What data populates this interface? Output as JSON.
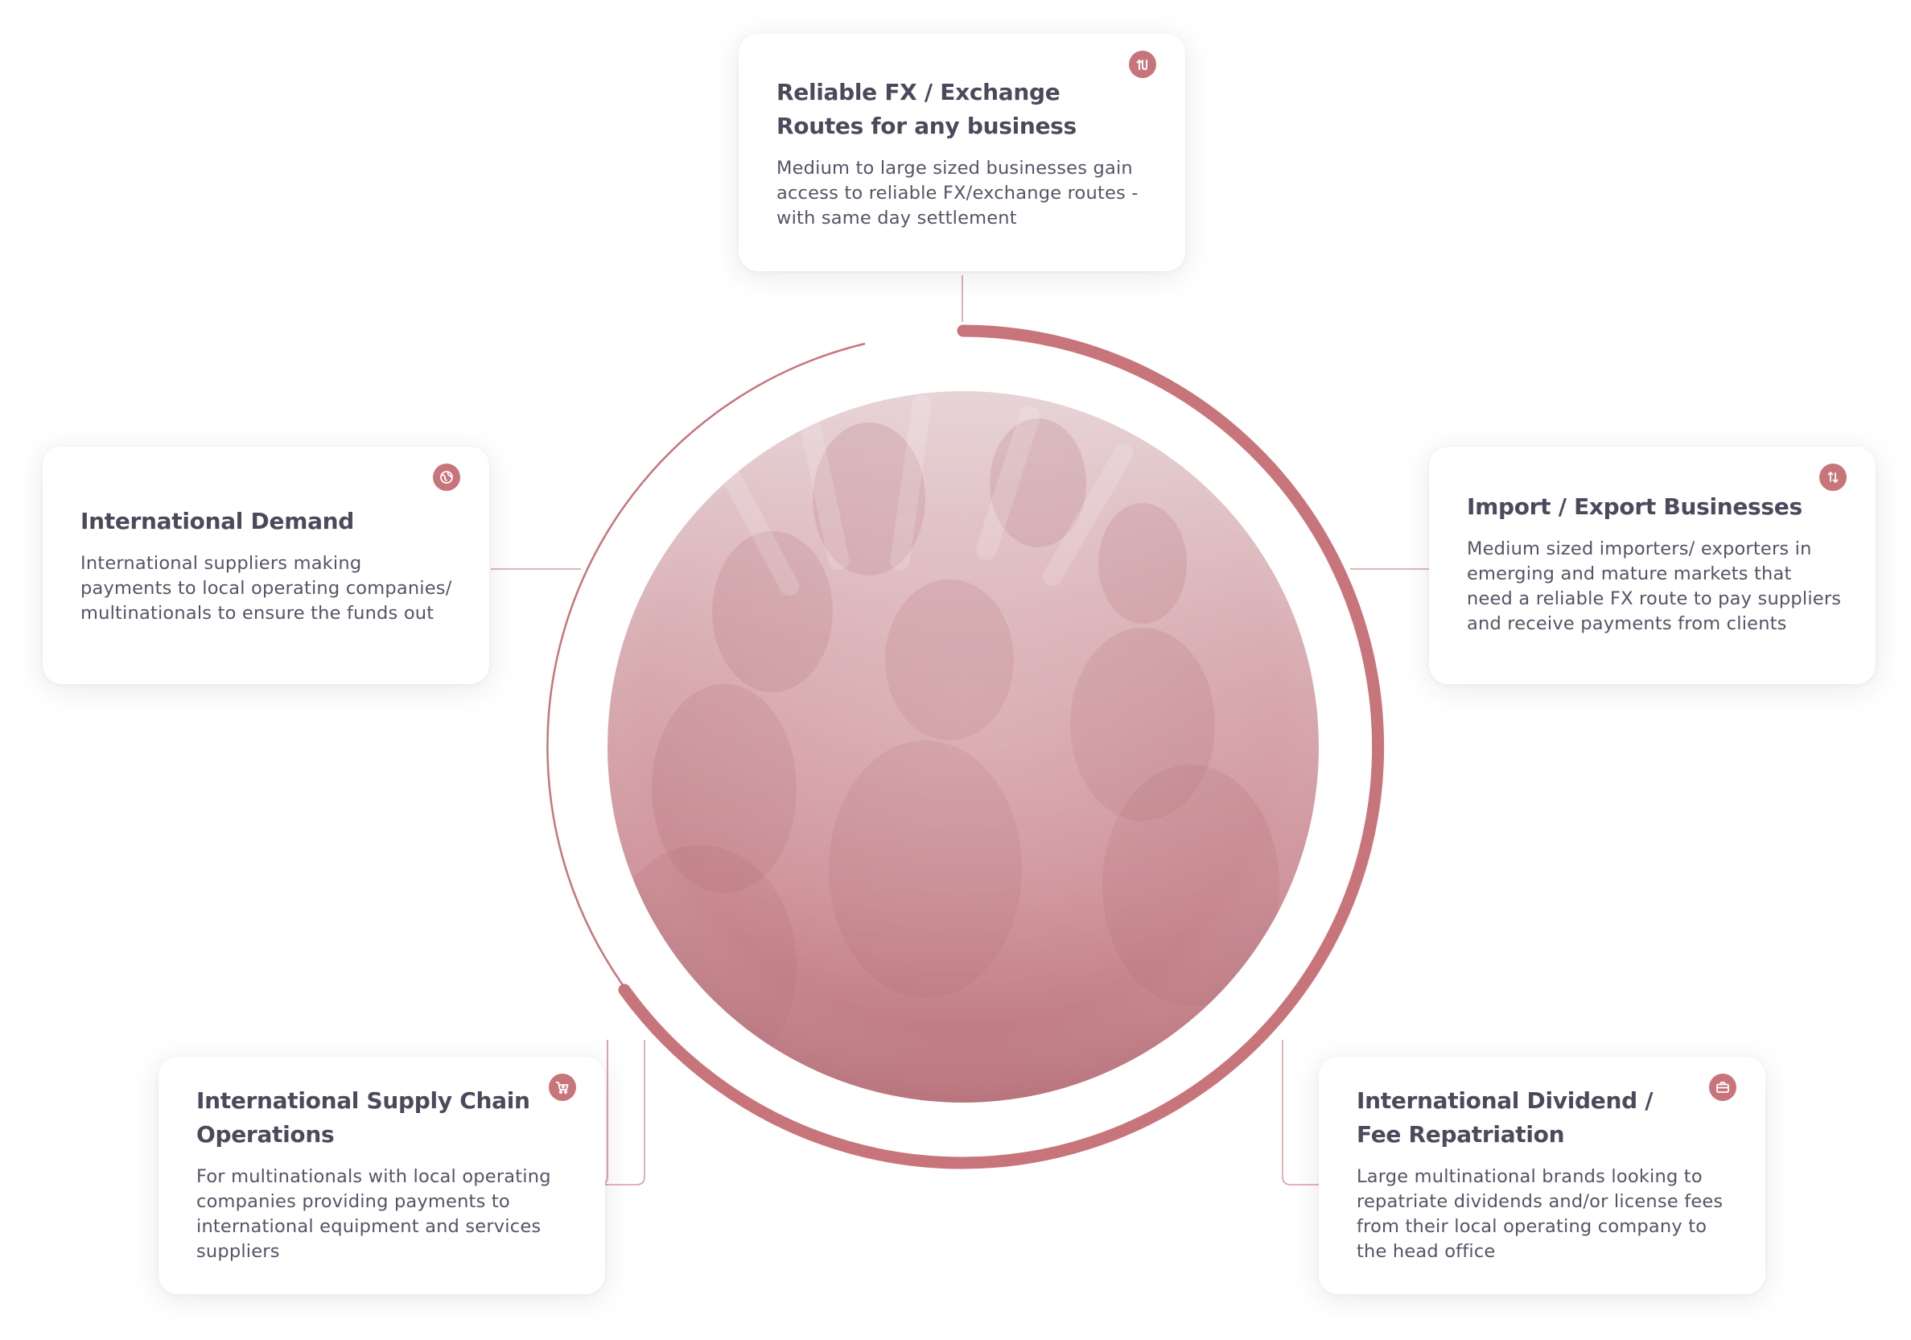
{
  "accent_color": "#c8747b",
  "connector_color": "#dc9ca2",
  "cards": {
    "top": {
      "title_line1": "Reliable FX / Exchange",
      "title_line2": "Routes for any business",
      "text": "Medium to large sized businesses gain access to reliable FX/exchange routes - with same day settlement",
      "icon": "exchange-arrows-icon"
    },
    "left": {
      "title_line1": "International Demand",
      "title_line2": "",
      "text": "International suppliers making payments to local operating companies/ multinationals to ensure the funds out",
      "icon": "globe-icon"
    },
    "right": {
      "title_line1": "Import / Export Businesses",
      "title_line2": "",
      "text": "Medium sized importers/ exporters in emerging and mature markets that need a reliable FX route to pay suppliers and receive payments from clients",
      "icon": "up-down-arrows-icon"
    },
    "bottom_left": {
      "title_line1": "International Supply Chain",
      "title_line2": "Operations",
      "text": "For multinationals with local operating companies providing payments to international equipment and services suppliers",
      "icon": "shopping-cart-icon"
    },
    "bottom_right": {
      "title_line1": "International Dividend /",
      "title_line2": "Fee Repatriation",
      "text": "Large multinational brands looking to repatriate dividends and/or license fees from their local operating company to the head office",
      "icon": "briefcase-icon"
    }
  }
}
